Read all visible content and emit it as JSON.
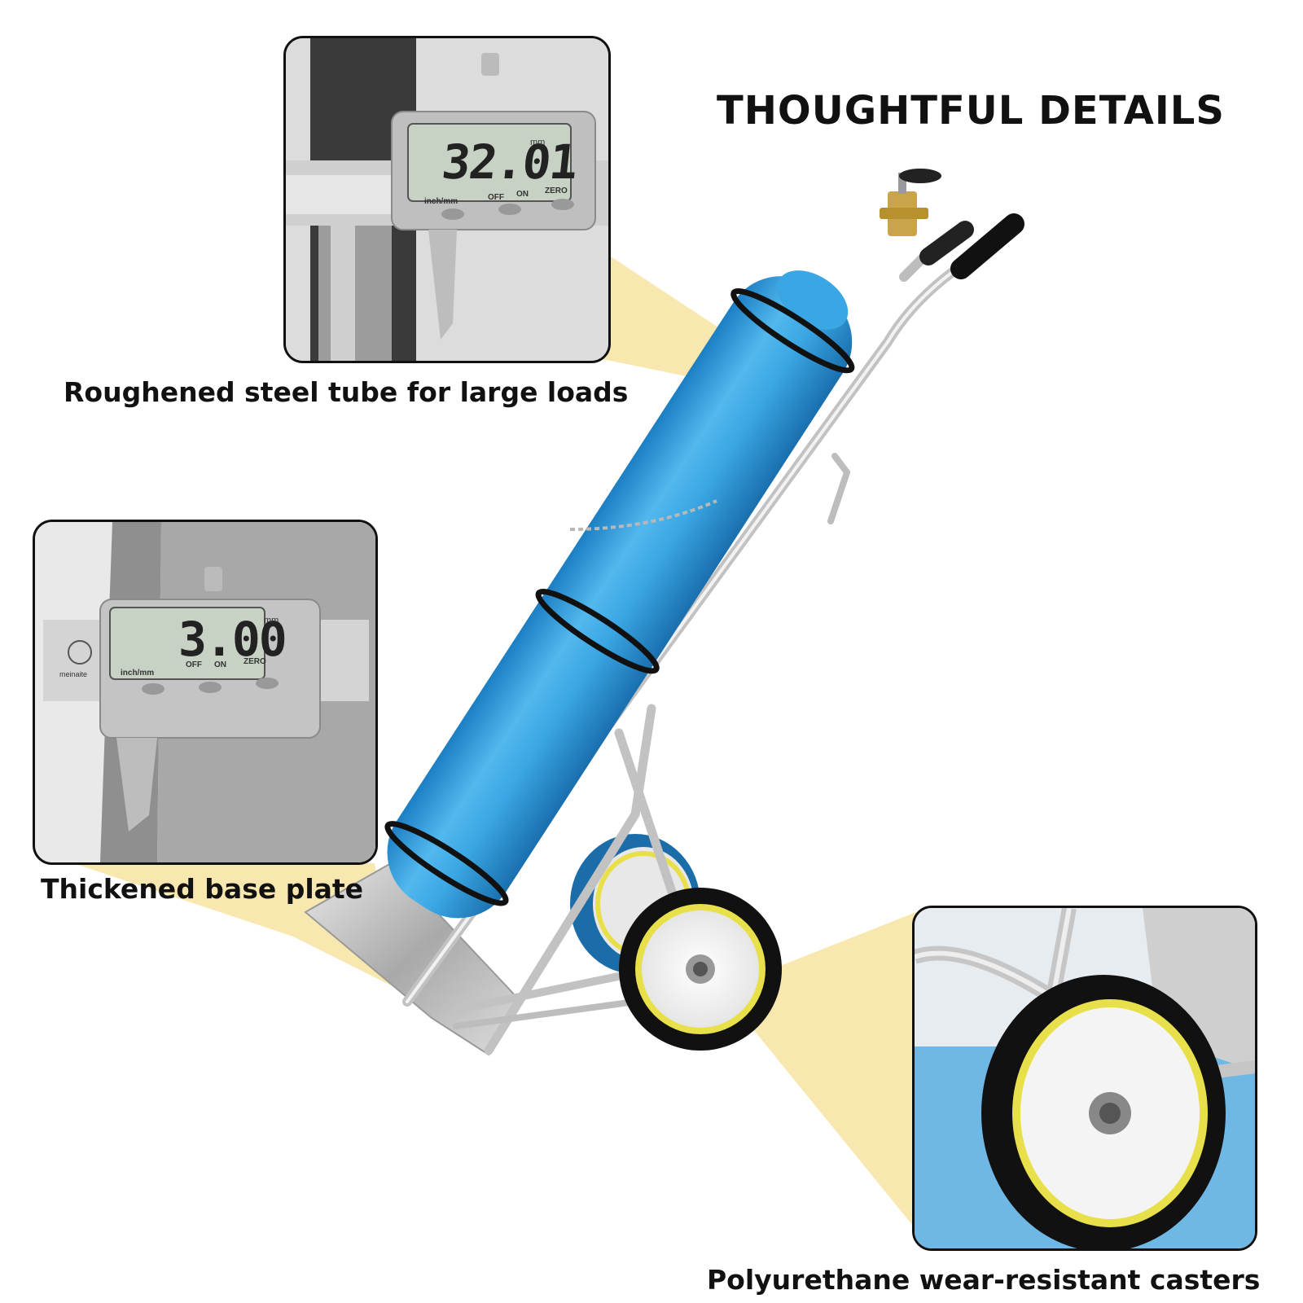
{
  "title": "THOUGHTFUL DETAILS",
  "captions": {
    "tube": "Roughened steel tube for large loads",
    "base": "Thickened base plate",
    "casters": "Polyurethane wear-resistant casters"
  },
  "caliper_1": {
    "reading": "32.01",
    "unit": "mm",
    "buttons": [
      "inch/mm",
      "OFF",
      "ON",
      "ZERO"
    ]
  },
  "caliper_2": {
    "reading": "3.00",
    "unit": "mm",
    "buttons": [
      "inch/mm",
      "OFF",
      "ON",
      "ZERO"
    ],
    "brand": "meinaite"
  },
  "colors": {
    "cylinder": "#2d9fdb",
    "highlight": "#f7e3a0",
    "wheel_rim": "#e8e04a",
    "steel": "#b8b8b8"
  }
}
